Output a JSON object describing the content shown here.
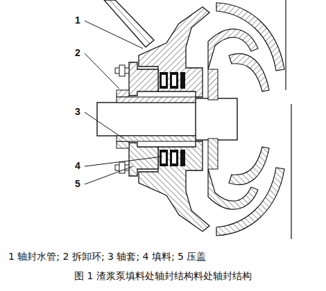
{
  "diagram": {
    "caption": "图 1 渣浆泵填料处轴封结构料处轴封结构",
    "labels": [
      "1",
      "2",
      "3",
      "4",
      "5",
      "1 轴封水管; 2 拆卸环; 3 轴套; 4 填料; 5 压盖"
    ]
  }
}
